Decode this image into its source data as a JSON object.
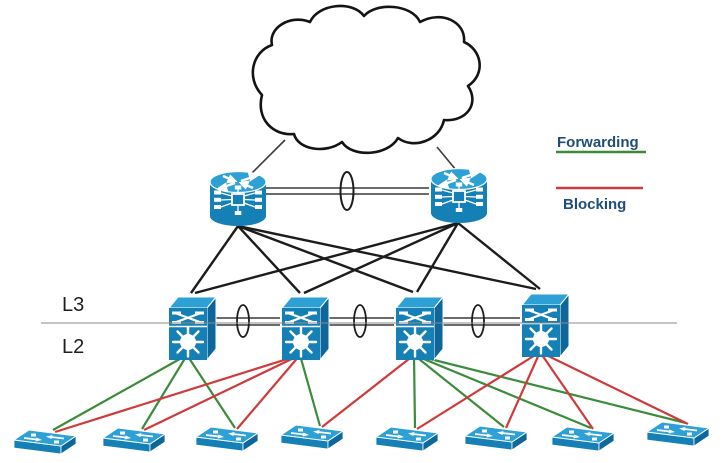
{
  "diagram": {
    "type": "network-topology-spanning-tree",
    "labels": {
      "layer3": "L3",
      "layer2": "L2"
    },
    "legend": {
      "forwarding_label": "Forwarding",
      "blocking_label": "Blocking"
    },
    "colors": {
      "forwarding": "#3a8c3a",
      "blocking": "#cf3a3a",
      "legend_text": "#1f4e79",
      "device_blue": "#1580b5",
      "device_blue_light": "#2da0d6",
      "device_blue_dark": "#0d679a",
      "line": "#1c1c1c",
      "etherchannel_line": "#3a3a3a",
      "divider_line": "#8a8a8a"
    },
    "topology": {
      "cloud_nodes": [
        "cloud"
      ],
      "core_routers": [
        "core-1",
        "core-2"
      ],
      "distribution_switches": [
        "dist-1",
        "dist-2",
        "dist-3",
        "dist-4"
      ],
      "access_switches": [
        "access-1",
        "access-2",
        "access-3",
        "access-4",
        "access-5",
        "access-6",
        "access-7",
        "access-8"
      ],
      "cloud_links": [
        [
          "cloud",
          "core-1"
        ],
        [
          "cloud",
          "core-2"
        ]
      ],
      "etherchannel_links": [
        [
          "core-1",
          "core-2"
        ],
        [
          "dist-1",
          "dist-2"
        ],
        [
          "dist-2",
          "dist-3"
        ],
        [
          "dist-3",
          "dist-4"
        ]
      ],
      "core_to_distribution_links": [
        [
          "core-1",
          "dist-1"
        ],
        [
          "core-1",
          "dist-2"
        ],
        [
          "core-1",
          "dist-3"
        ],
        [
          "core-1",
          "dist-4"
        ],
        [
          "core-2",
          "dist-1"
        ],
        [
          "core-2",
          "dist-2"
        ],
        [
          "core-2",
          "dist-3"
        ],
        [
          "core-2",
          "dist-4"
        ]
      ],
      "forwarding_links": [
        [
          "dist-1",
          "access-1"
        ],
        [
          "dist-1",
          "access-2"
        ],
        [
          "dist-1",
          "access-3"
        ],
        [
          "dist-2",
          "access-4"
        ],
        [
          "dist-3",
          "access-5"
        ],
        [
          "dist-3",
          "access-6"
        ],
        [
          "dist-3",
          "access-7"
        ],
        [
          "dist-3",
          "access-8"
        ]
      ],
      "blocking_links": [
        [
          "dist-2",
          "access-1"
        ],
        [
          "dist-2",
          "access-2"
        ],
        [
          "dist-2",
          "access-3"
        ],
        [
          "dist-3",
          "access-4"
        ],
        [
          "dist-4",
          "access-5"
        ],
        [
          "dist-4",
          "access-6"
        ],
        [
          "dist-4",
          "access-7"
        ],
        [
          "dist-4",
          "access-8"
        ]
      ]
    }
  }
}
